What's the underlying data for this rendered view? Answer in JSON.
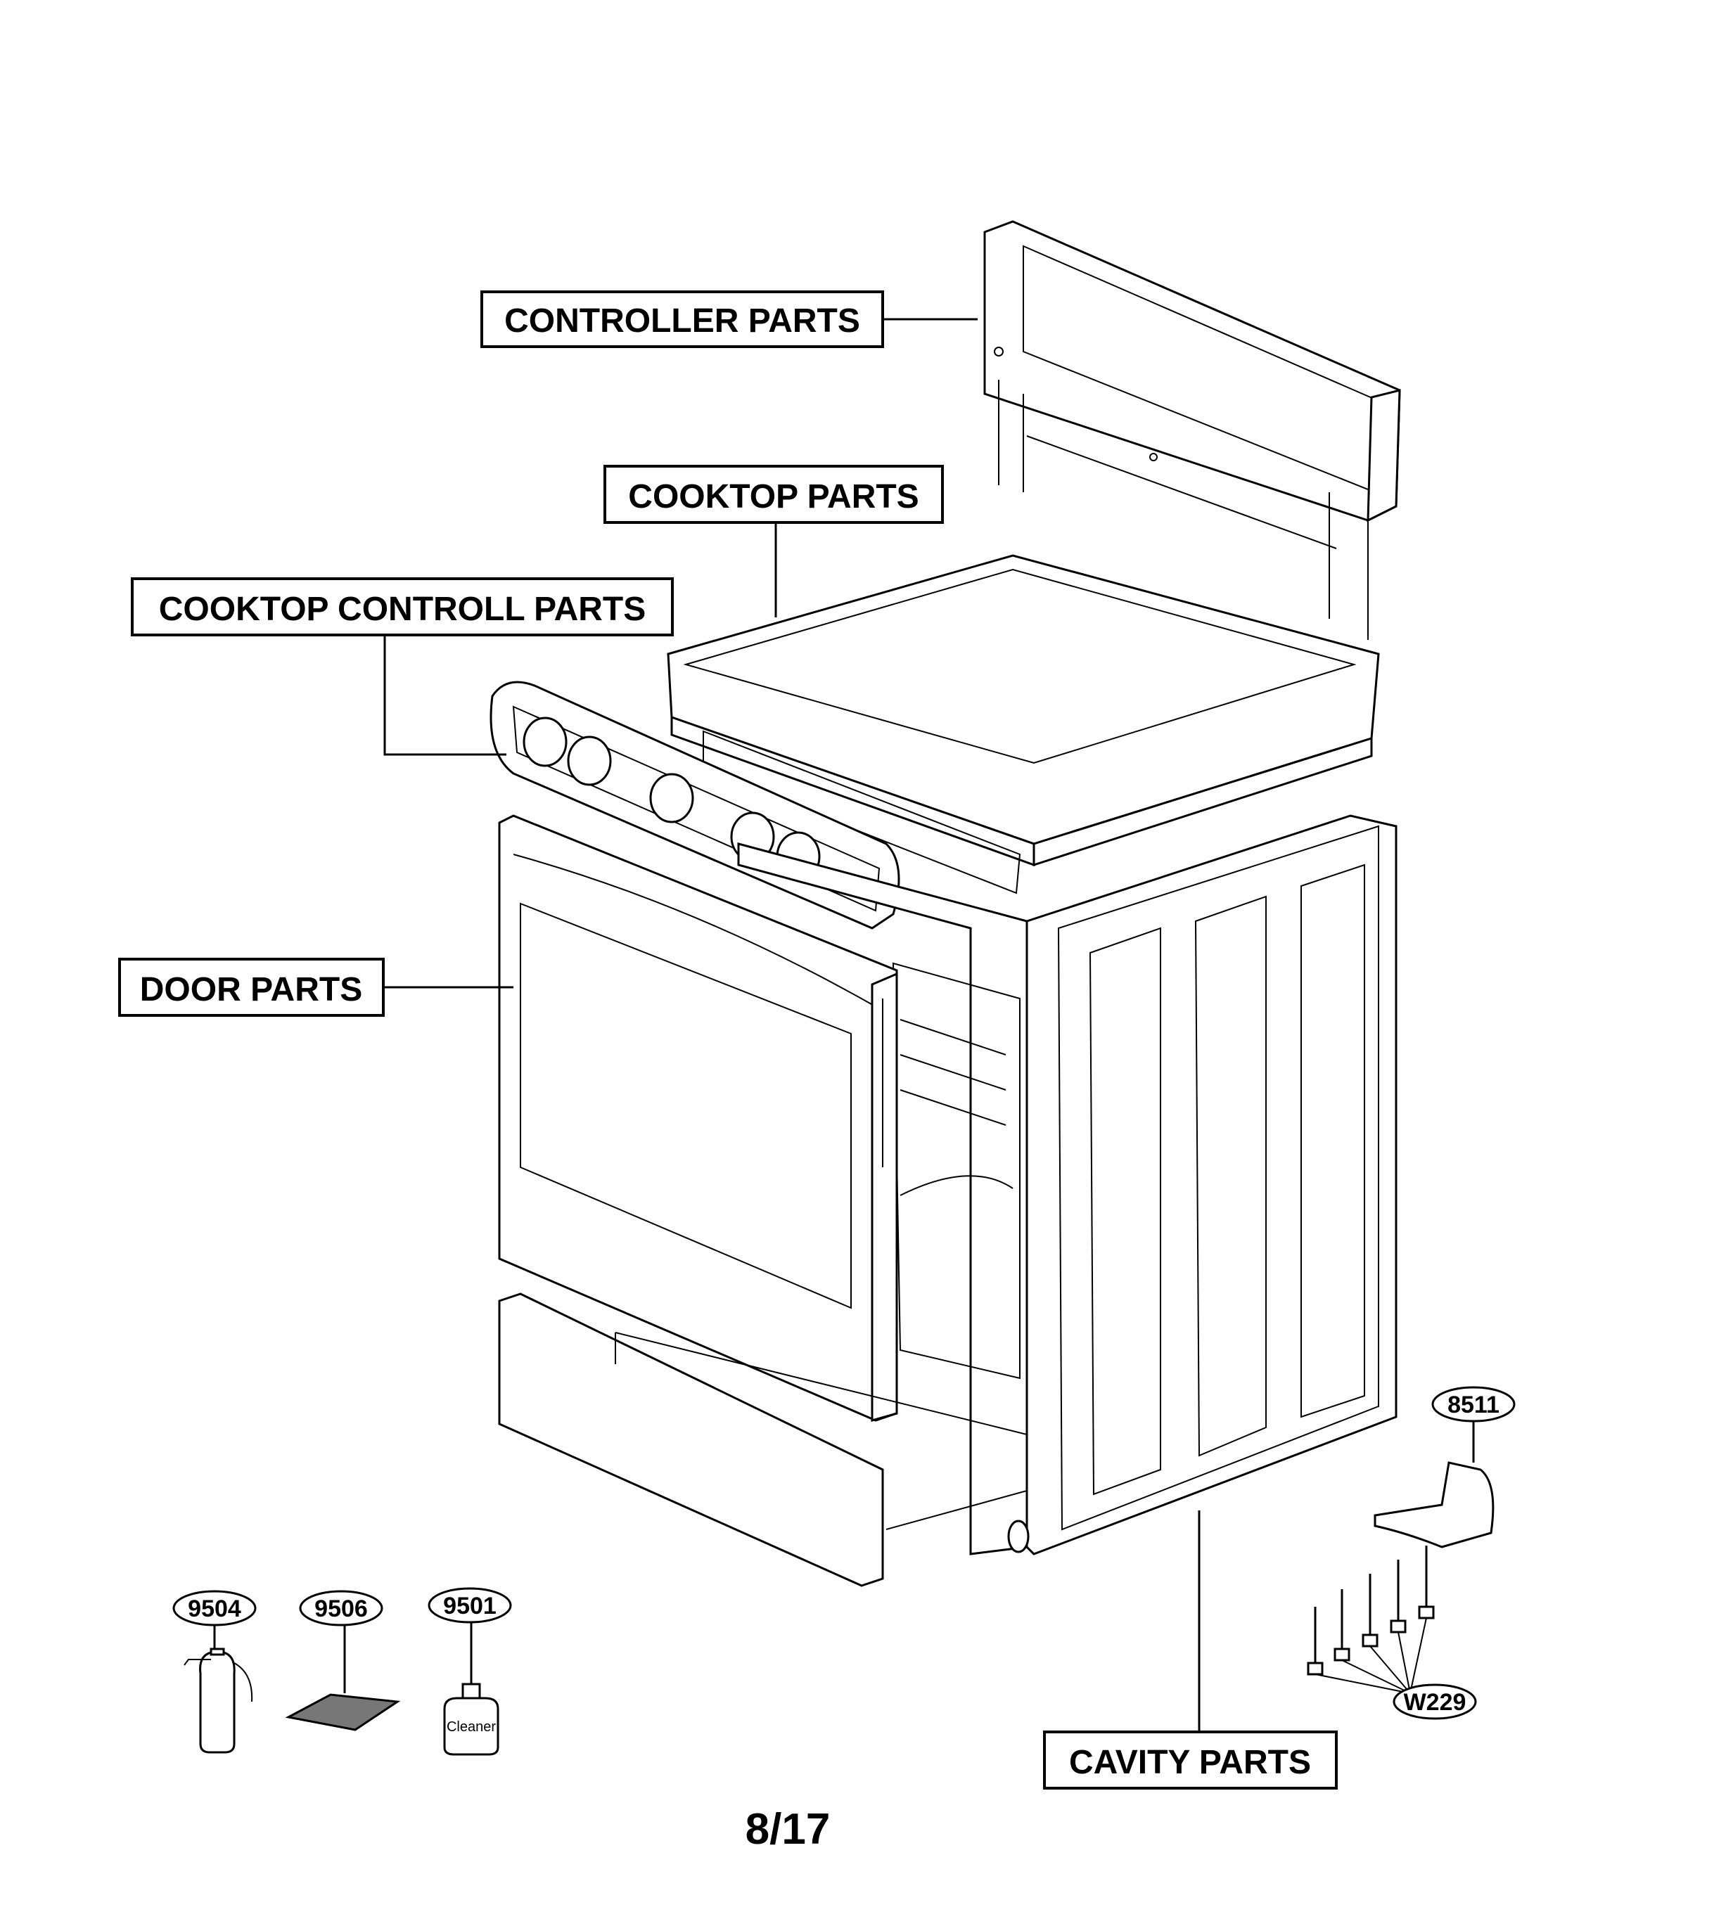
{
  "callouts": {
    "controller": "CONTROLLER PARTS",
    "cooktop": "COOKTOP PARTS",
    "cooktop_control": "COOKTOP CONTROLL PARTS",
    "door": "DOOR PARTS",
    "cavity": "CAVITY PARTS"
  },
  "part_numbers": {
    "bracket": "8511",
    "screws": "W229",
    "sprayer": "9504",
    "pad": "9506",
    "cleaner": "9501"
  },
  "cleaner_bottle_text": "Cleaner",
  "page_number": "8/17"
}
